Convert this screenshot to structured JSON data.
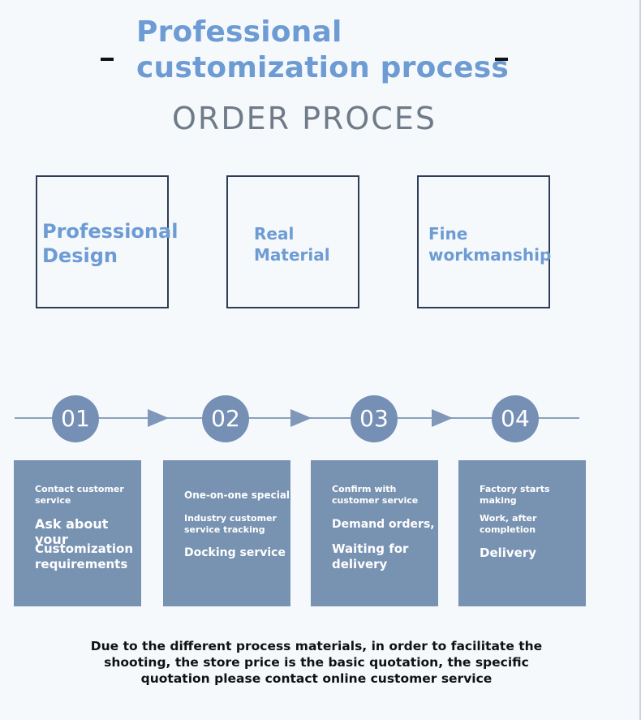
{
  "header": {
    "title": "Professional\ncustomization process",
    "subtitle": "ORDER PROCES"
  },
  "features": [
    "Professional\nDesign",
    "Real\nMaterial",
    "Fine\nworkmanship"
  ],
  "steps": [
    {
      "number": "01",
      "small1": "Contact customer\nservice",
      "big1": "Ask about your",
      "big2": "Customization\nrequirements"
    },
    {
      "number": "02",
      "small0": "One-on-one special",
      "small1": "Industry customer\nservice tracking",
      "big1": "Docking service"
    },
    {
      "number": "03",
      "small1": "Confirm with\ncustomer service",
      "big1": "Demand orders,",
      "big2": "Waiting for\ndelivery"
    },
    {
      "number": "04",
      "small1": "Factory starts\nmaking",
      "small2": "Work, after\ncompletion",
      "big1": "Delivery"
    }
  ],
  "note": "Due to the different process materials, in order to facilitate the\nshooting, the store price is the basic quotation, the specific\nquotation please contact online customer service",
  "colors": {
    "title_blue": "#6d9bd3",
    "card_blue": "#7892b2",
    "circle_blue": "#7590b4",
    "frame_dark": "#2e3d55"
  }
}
